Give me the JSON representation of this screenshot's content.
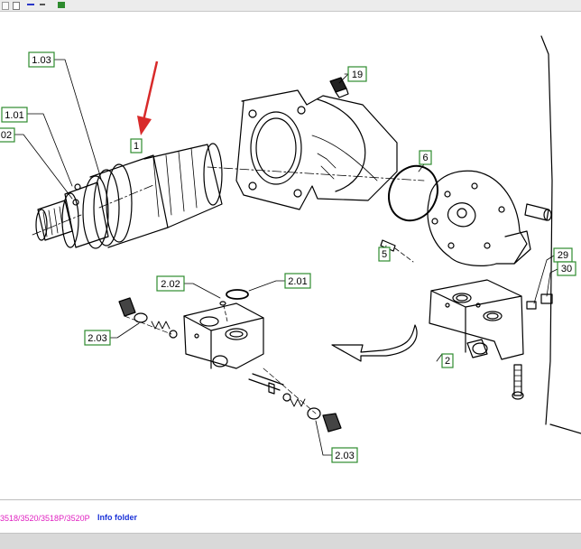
{
  "callouts": {
    "c103": "1.03",
    "c101": "1.01",
    "c102": "02",
    "c1": "1",
    "c19": "19",
    "c6": "6",
    "c5": "5",
    "c29": "29",
    "c30": "30",
    "c202": "2.02",
    "c201": "2.01",
    "c203a": "2.03",
    "c2": "2",
    "c203b": "2.03"
  },
  "status": {
    "model": "3518/3520/3518P/3520P",
    "info_link": "Info folder"
  },
  "colors": {
    "callout_border": "#2e8b2e",
    "arrow": "#d82a2a",
    "model_text": "#e020c0",
    "link_text": "#1a32d8"
  }
}
